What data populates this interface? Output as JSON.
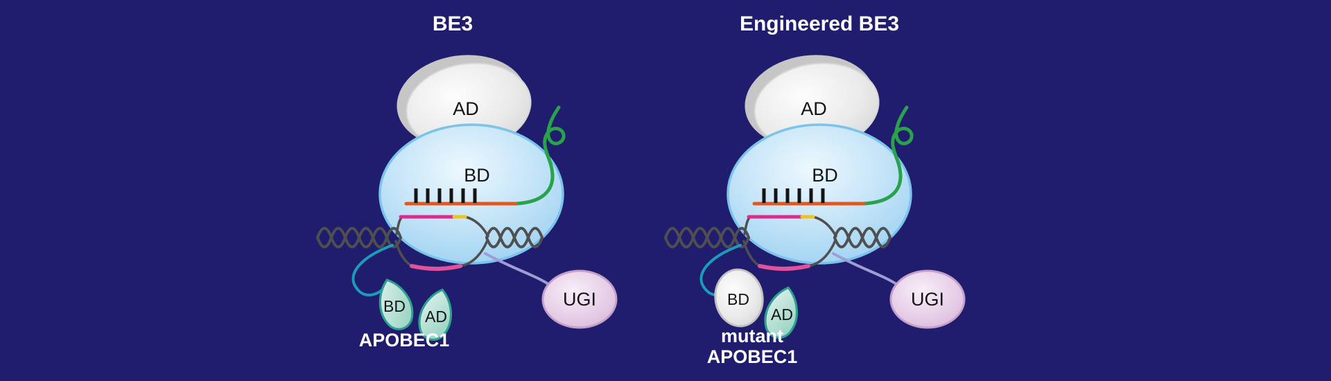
{
  "figure": {
    "background_color": "#201c6e",
    "panels": [
      {
        "title": "BE3",
        "cas9": {
          "ad": "AD",
          "bd": "BD"
        },
        "apobec1": {
          "bd": "BD",
          "ad": "AD",
          "name_lines": [
            "APOBEC1"
          ]
        },
        "ugi": "UGI"
      },
      {
        "title": "Engineered BE3",
        "cas9": {
          "ad": "AD",
          "bd": "BD"
        },
        "apobec1": {
          "bd": "BD",
          "ad": "AD",
          "name_lines": [
            "mutant",
            "APOBEC1"
          ]
        },
        "ugi": "UGI"
      }
    ],
    "colors": {
      "cas9_body": "#b7dcf6",
      "ad_domain": "#ececec",
      "apobec1_domain": "#9ed5c6",
      "mutant_bd_domain": "#ececec",
      "ugi_body": "#e9d3ea",
      "sgrna": "#2aa14c",
      "guide_rna": "#e4571c",
      "target_strand": "#df2a8b",
      "edited_strand": "#e0529c",
      "pam": "#ecc520",
      "dna": "#4f4f4f",
      "apobec_linker": "#1d9cba",
      "ugi_linker": "#9e9ed6"
    }
  }
}
